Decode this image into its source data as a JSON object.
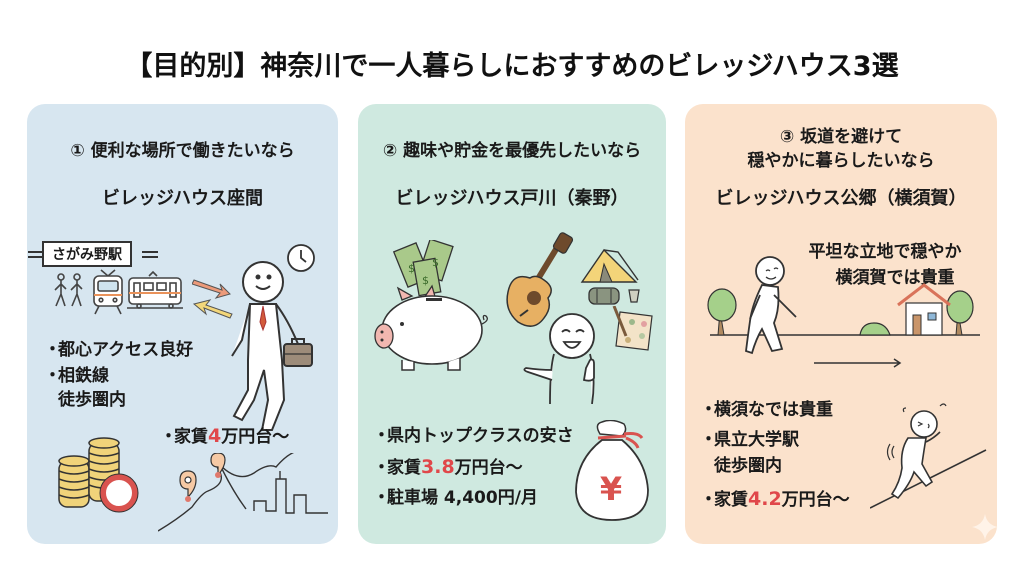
{
  "title": "【目的別】神奈川で一人暮らしにおすすめのビレッジハウス3選",
  "colors": {
    "card1_bg": "#d7e6f0",
    "card2_bg": "#cfe9e0",
    "card3_bg": "#fbe2cc",
    "accent_red": "#e0474a"
  },
  "cards": [
    {
      "purpose": "① 便利な場所で働きたいなら",
      "name": "ビレッジハウス座間",
      "station_sign": "さがみ野駅",
      "bullets": [
        {
          "text": "都心アクセス良好"
        },
        {
          "text": "相鉄線",
          "text2": "徒歩圏内"
        },
        {
          "prefix": "家賃",
          "highlight": "4",
          "suffix": "万円台〜"
        }
      ],
      "icons": [
        "station-sign",
        "walking-people",
        "train",
        "arrows",
        "clock",
        "businessman",
        "coins",
        "map-route",
        "city-skyline"
      ]
    },
    {
      "purpose": "② 趣味や貯金を最優先したいなら",
      "name": "ビレッジハウス戸川（秦野）",
      "bullets": [
        {
          "text": "県内トップクラスの安さ"
        },
        {
          "prefix": "家賃",
          "highlight": "3.8",
          "suffix": "万円台〜"
        },
        {
          "text": "駐車場 4,400円/月"
        }
      ],
      "money_bag_symbol": "¥",
      "icons": [
        "piggy-bank",
        "dollar-bills",
        "guitar",
        "tent",
        "sleeping-mat",
        "paint-palette",
        "happy-person",
        "yen-money-bag"
      ]
    },
    {
      "purpose_line1": "③ 坂道を避けて",
      "purpose_line2": "穏やかに暮らしたいなら",
      "name": "ビレッジハウス公郷（横須賀）",
      "callout_line1": "平坦な立地で穏やか",
      "callout_line2": "横須賀では貴重",
      "bullets": [
        {
          "text": "横須なでは貴重"
        },
        {
          "text": "県立大学駅",
          "text2": "徒歩圏内"
        },
        {
          "prefix": "家賃",
          "highlight": "4.2",
          "suffix": "万円台〜"
        }
      ],
      "icons": [
        "walking-person",
        "tree",
        "house",
        "bush",
        "arrow-right",
        "struggling-person-slope",
        "sparkle"
      ]
    }
  ]
}
